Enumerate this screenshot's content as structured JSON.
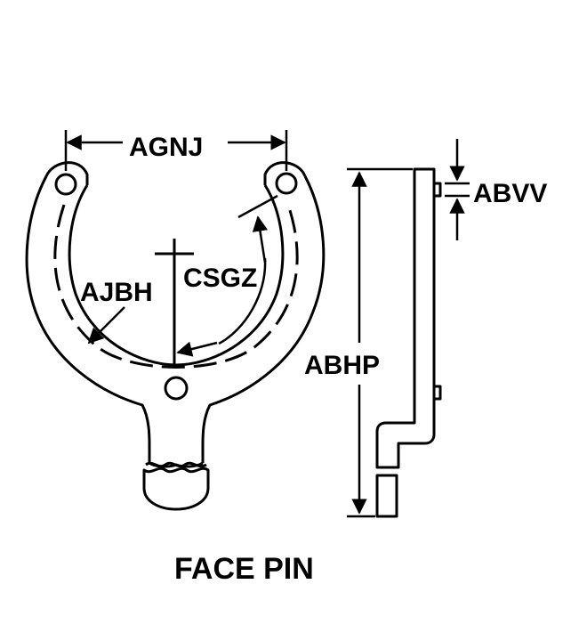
{
  "diagram": {
    "title": "FACE PIN",
    "labels": {
      "agnj": "AGNJ",
      "abvv": "ABVV",
      "csgz": "CSGZ",
      "ajbh": "AJBH",
      "abhp": "ABHP"
    }
  },
  "colors": {
    "ink": "#000000",
    "paper": "#ffffff"
  }
}
